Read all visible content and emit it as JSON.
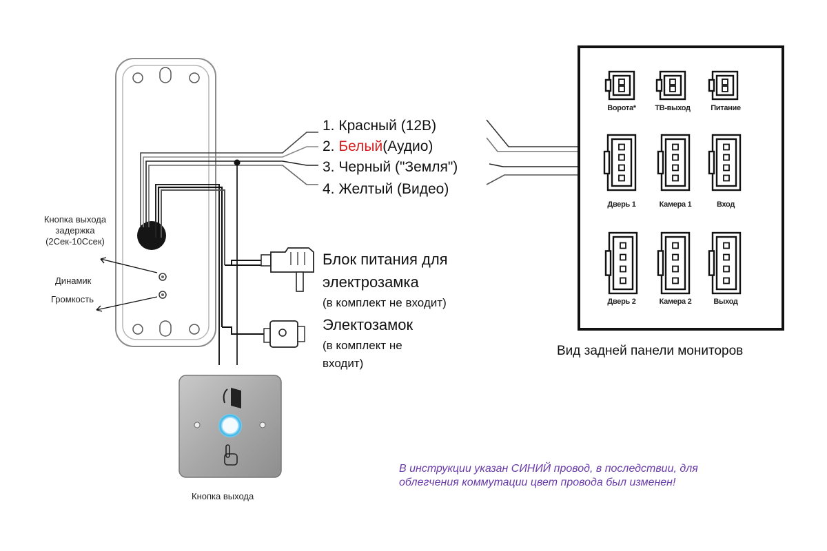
{
  "wires": [
    {
      "num": "1.",
      "name": "Красный",
      "rest": " (12В)"
    },
    {
      "num": "2.",
      "name": "Белый",
      "rest": "(Аудио)",
      "name_color": "#d62020"
    },
    {
      "num": "3.",
      "name": "Черный",
      "rest": " (\"Земля\")"
    },
    {
      "num": "4.",
      "name": "Желтый",
      "rest": " (Видео)"
    }
  ],
  "panel_labels": {
    "exit_delay_line1": "Кнопка выхода",
    "exit_delay_line2": "задержка",
    "exit_delay_line3": "(2Сек-10Ссек)",
    "speaker": "Динамик",
    "volume": "Громкость"
  },
  "power_supply": {
    "line1": "Блок питания для",
    "line2": "электрозамка",
    "line3": "(в комплект не входит)"
  },
  "lock": {
    "line1": "Электозамок",
    "line2": "(в комплект не",
    "line3": "входит)"
  },
  "exit_button_caption": "Кнопка выхода",
  "monitor_panel": {
    "caption": "Вид задней панели мониторов",
    "connectors": [
      {
        "label": "Ворота*"
      },
      {
        "label": "ТВ-выход"
      },
      {
        "label": "Питание"
      },
      {
        "label": "Дверь 1"
      },
      {
        "label": "Камера 1"
      },
      {
        "label": "Вход"
      },
      {
        "label": "Дверь 2"
      },
      {
        "label": "Камера 2"
      },
      {
        "label": "Выход"
      }
    ]
  },
  "note": {
    "line1": "В инструкции указан СИНИЙ провод,  в последствии, для",
    "line2": "облегчения коммутации цвет провода был изменен!"
  },
  "colors": {
    "highlight_red": "#d62020",
    "note_purple": "#6a3aa8",
    "panel_frame": "#111111"
  }
}
